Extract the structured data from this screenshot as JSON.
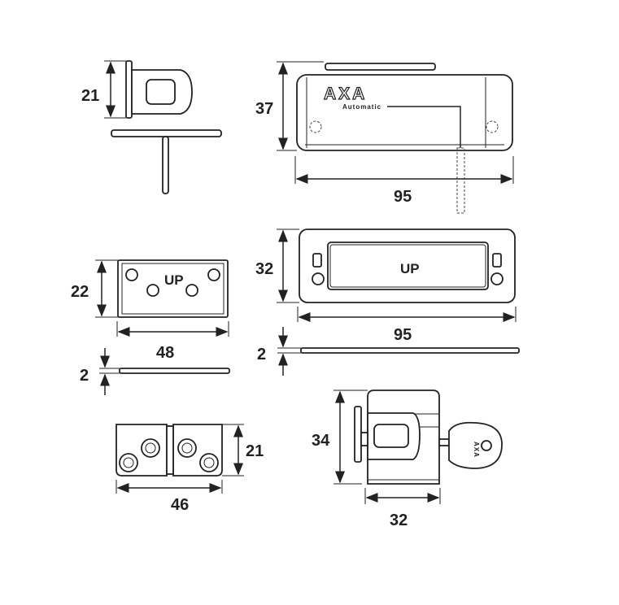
{
  "dimensions": {
    "cylinder_top_height": "21",
    "lock_body_height": "37",
    "lock_body_width": "95",
    "small_plate_height": "22",
    "small_plate_width": "48",
    "small_plate_thickness": "2",
    "large_plate_height": "32",
    "large_plate_width": "95",
    "large_plate_thickness": "2",
    "hinge_height": "21",
    "hinge_width": "46",
    "cylinder_key_height": "34",
    "cylinder_key_width": "32"
  },
  "labels": {
    "brand": "AXA",
    "model": "Automatic",
    "small_plate_marking": "UP",
    "large_plate_marking": "UP",
    "key_brand": "AXA"
  }
}
